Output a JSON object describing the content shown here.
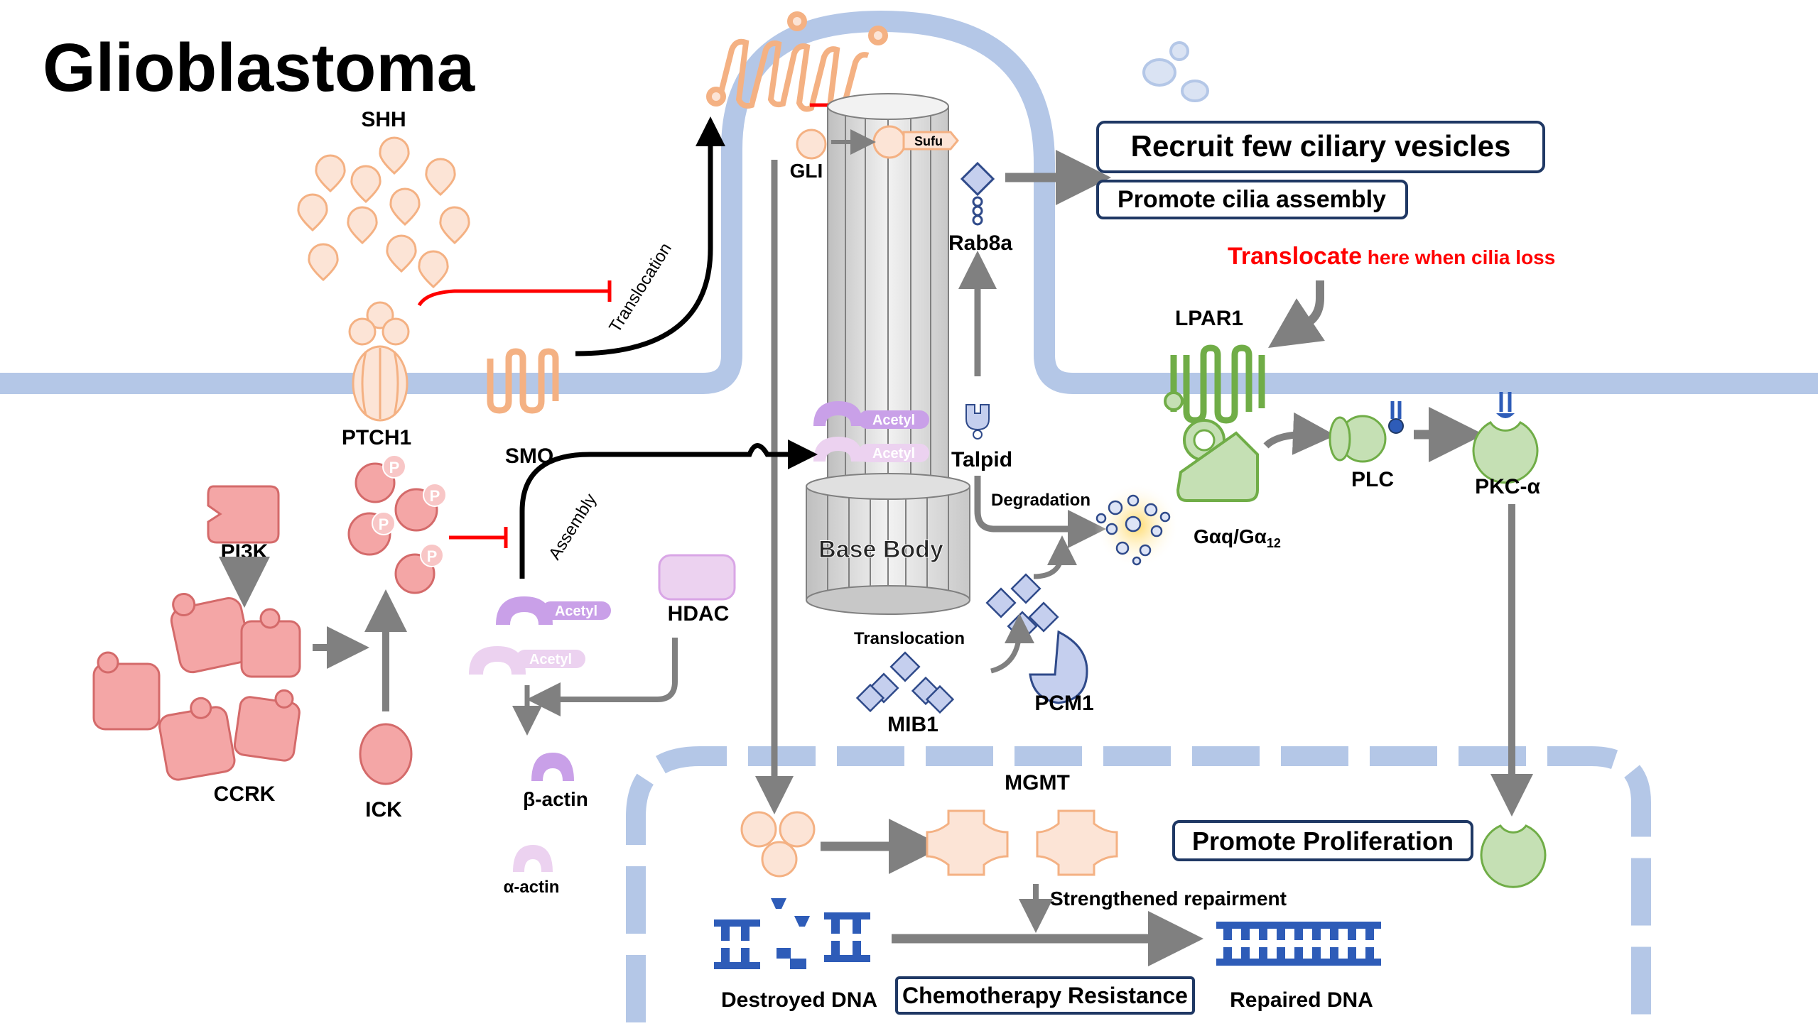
{
  "title": "Glioblastoma",
  "labels": {
    "shh": "SHH",
    "ptch1": "PTCH1",
    "smo": "SMO",
    "translocation_arrow": "Translocation",
    "gli": "GLI",
    "sufu": "Sufu",
    "acetyl": "Acetyl",
    "base_body": "Base Body",
    "rab8a": "Rab8a",
    "talpid": "Talpid",
    "degradation": "Degradation",
    "translocation_mib1": "Translocation",
    "mib1": "MIB1",
    "pcm1": "PCM1",
    "assembly": "Assembly",
    "hdac": "HDAC",
    "beta_actin": "β-actin",
    "alpha_actin": "α-actin",
    "pi3k": "PI3K",
    "ccrk": "CCRK",
    "ick": "ICK",
    "phospho": "P",
    "lpar1": "LPAR1",
    "plc": "PLC",
    "pkc": "PKC-α",
    "galpha": "Gαq/Gα",
    "galpha_sub": "12",
    "mgmt": "MGMT",
    "strengthened": "Strengthened repairment",
    "destroyed_dna": "Destroyed DNA",
    "repaired_dna": "Repaired DNA"
  },
  "boxes": {
    "recruit": "Recruit few ciliary vesicles",
    "promote_cilia": "Promote cilia assembly",
    "promote_prolif": "Promote Proliferation",
    "chemo": "Chemotherapy Resistance"
  },
  "translocate_note": {
    "strong": "Translocate",
    "rest": " here when cilia loss"
  },
  "colors": {
    "membrane": "#b4c7e7",
    "orange_fill": "#fce4d6",
    "orange_stroke": "#f4b183",
    "red_fill": "#f4a6a6",
    "red_stroke": "#d46a6a",
    "purple": "#c9a0e8",
    "light_purple": "#ecd2f0",
    "green_fill": "#c5e0b4",
    "green_stroke": "#70ad47",
    "blue_protein": "#c5cfee",
    "navy": "#1f3864",
    "arrow_gray": "#808080",
    "inhibit_red": "#ff0000",
    "dna_blue": "#2e5cb8"
  }
}
